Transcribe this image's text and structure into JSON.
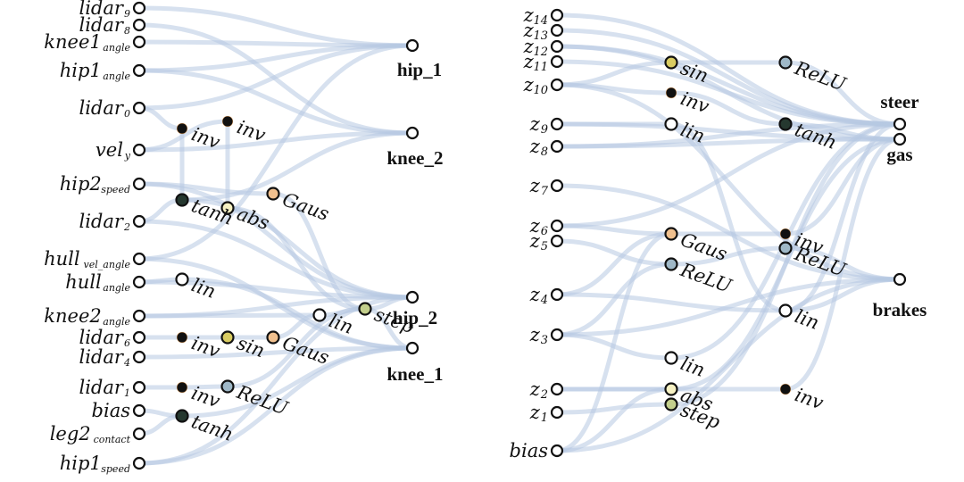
{
  "colors": {
    "edge": "#b7c9e2",
    "inv": "#111111",
    "inv_ring": "#e0a060",
    "tanh": "#25382f",
    "abs": "#f6f1c3",
    "gaus": "#f0c08e",
    "sin": "#d9cc62",
    "relu": "#9fb8c7",
    "step": "#c3cf8c",
    "lin": "#ffffff",
    "io": "#ffffff"
  },
  "left": {
    "inputs": [
      {
        "id": "L_lidar9",
        "label": "lidar",
        "sub": "9"
      },
      {
        "id": "L_lidar8",
        "label": "lidar",
        "sub": "8"
      },
      {
        "id": "L_knee1a",
        "label": "knee1",
        "sub": "angle"
      },
      {
        "id": "L_hip1a",
        "label": "hip1",
        "sub": "angle"
      },
      {
        "id": "L_lidar0",
        "label": "lidar",
        "sub": "0"
      },
      {
        "id": "L_vely",
        "label": "vel",
        "sub": "y"
      },
      {
        "id": "L_hip2s",
        "label": "hip2",
        "sub": "speed"
      },
      {
        "id": "L_lidar2",
        "label": "lidar",
        "sub": "2"
      },
      {
        "id": "L_hullva",
        "label": "hull",
        "sub": "vel_angle"
      },
      {
        "id": "L_hulla",
        "label": "hull",
        "sub": "angle"
      },
      {
        "id": "L_knee2a",
        "label": "knee2",
        "sub": "angle"
      },
      {
        "id": "L_lidar6",
        "label": "lidar",
        "sub": "6"
      },
      {
        "id": "L_lidar4",
        "label": "lidar",
        "sub": "4"
      },
      {
        "id": "L_lidar1",
        "label": "lidar",
        "sub": "1"
      },
      {
        "id": "L_bias",
        "label": "bias",
        "sub": ""
      },
      {
        "id": "L_leg2c",
        "label": "leg2",
        "sub": "contact"
      },
      {
        "id": "L_hip1s",
        "label": "hip1",
        "sub": "speed"
      }
    ],
    "hidden": [
      {
        "id": "L_inv1",
        "label": "inv",
        "type": "inv"
      },
      {
        "id": "L_inv2",
        "label": "inv",
        "type": "inv"
      },
      {
        "id": "L_tanh1",
        "label": "tanh",
        "type": "tanh"
      },
      {
        "id": "L_abs",
        "label": "abs",
        "type": "abs"
      },
      {
        "id": "L_gaus1",
        "label": "Gaus",
        "type": "gaus"
      },
      {
        "id": "L_lin1",
        "label": "lin",
        "type": "lin"
      },
      {
        "id": "L_lin2",
        "label": "lin",
        "type": "lin"
      },
      {
        "id": "L_step",
        "label": "step",
        "type": "step"
      },
      {
        "id": "L_inv3",
        "label": "inv",
        "type": "inv"
      },
      {
        "id": "L_sin",
        "label": "sin",
        "type": "sin"
      },
      {
        "id": "L_gaus2",
        "label": "Gaus",
        "type": "gaus"
      },
      {
        "id": "L_inv4",
        "label": "inv",
        "type": "inv"
      },
      {
        "id": "L_relu",
        "label": "ReLU",
        "type": "relu"
      },
      {
        "id": "L_tanh2",
        "label": "tanh",
        "type": "tanh"
      }
    ],
    "outputs": [
      {
        "id": "L_hip_1",
        "label": "hip_1"
      },
      {
        "id": "L_knee_2",
        "label": "knee_2"
      },
      {
        "id": "L_hip_2",
        "label": "hip_2"
      },
      {
        "id": "L_knee_1",
        "label": "knee_1"
      }
    ]
  },
  "right": {
    "inputs": [
      {
        "id": "R_z14",
        "label": "z",
        "sub": "14"
      },
      {
        "id": "R_z13",
        "label": "z",
        "sub": "13"
      },
      {
        "id": "R_z12",
        "label": "z",
        "sub": "12"
      },
      {
        "id": "R_z11",
        "label": "z",
        "sub": "11"
      },
      {
        "id": "R_z10",
        "label": "z",
        "sub": "10"
      },
      {
        "id": "R_z9",
        "label": "z",
        "sub": "9"
      },
      {
        "id": "R_z8",
        "label": "z",
        "sub": "8"
      },
      {
        "id": "R_z7",
        "label": "z",
        "sub": "7"
      },
      {
        "id": "R_z6",
        "label": "z",
        "sub": "6"
      },
      {
        "id": "R_z5",
        "label": "z",
        "sub": "5"
      },
      {
        "id": "R_z4",
        "label": "z",
        "sub": "4"
      },
      {
        "id": "R_z3",
        "label": "z",
        "sub": "3"
      },
      {
        "id": "R_z2",
        "label": "z",
        "sub": "2"
      },
      {
        "id": "R_z1",
        "label": "z",
        "sub": "1"
      },
      {
        "id": "R_bias",
        "label": "bias",
        "sub": ""
      }
    ],
    "hidden": [
      {
        "id": "R_sin",
        "label": "sin",
        "type": "sin"
      },
      {
        "id": "R_inv1",
        "label": "inv",
        "type": "inv"
      },
      {
        "id": "R_lin1",
        "label": "lin",
        "type": "lin"
      },
      {
        "id": "R_gaus",
        "label": "Gaus",
        "type": "gaus"
      },
      {
        "id": "R_relu1",
        "label": "ReLU",
        "type": "relu"
      },
      {
        "id": "R_lin2",
        "label": "lin",
        "type": "lin"
      },
      {
        "id": "R_abs",
        "label": "abs",
        "type": "abs"
      },
      {
        "id": "R_step",
        "label": "step",
        "type": "step"
      },
      {
        "id": "R_relu2",
        "label": "ReLU",
        "type": "relu"
      },
      {
        "id": "R_tanh",
        "label": "tanh",
        "type": "tanh"
      },
      {
        "id": "R_inv2",
        "label": "inv",
        "type": "inv"
      },
      {
        "id": "R_relu3",
        "label": "ReLU",
        "type": "relu"
      },
      {
        "id": "R_lin3",
        "label": "lin",
        "type": "lin"
      },
      {
        "id": "R_inv3",
        "label": "inv",
        "type": "inv"
      }
    ],
    "outputs": [
      {
        "id": "R_steer",
        "label": "steer"
      },
      {
        "id": "R_gas",
        "label": "gas"
      },
      {
        "id": "R_brakes",
        "label": "brakes"
      }
    ]
  },
  "edges": [
    [
      "L_lidar9",
      "L_hip_1"
    ],
    [
      "L_lidar8",
      "L_knee_2"
    ],
    [
      "L_knee1a",
      "L_hip_1"
    ],
    [
      "L_hip1a",
      "L_hip_1"
    ],
    [
      "L_hip1a",
      "L_knee_2"
    ],
    [
      "L_lidar0",
      "L_hip_1"
    ],
    [
      "L_lidar0",
      "L_inv1"
    ],
    [
      "L_vely",
      "L_knee_2"
    ],
    [
      "L_vely",
      "L_inv2"
    ],
    [
      "L_inv1",
      "L_tanh1"
    ],
    [
      "L_hip2s",
      "L_hip_2"
    ],
    [
      "L_hip2s",
      "L_gaus1"
    ],
    [
      "L_inv2",
      "L_abs"
    ],
    [
      "L_lidar2",
      "L_hip_2"
    ],
    [
      "L_lidar2",
      "L_tanh1"
    ],
    [
      "L_hullva",
      "L_knee_1"
    ],
    [
      "L_hullva",
      "L_hip_1"
    ],
    [
      "L_hulla",
      "L_lin1"
    ],
    [
      "L_hulla",
      "L_hip_2"
    ],
    [
      "L_abs",
      "L_step"
    ],
    [
      "L_gaus1",
      "L_step"
    ],
    [
      "L_tanh1",
      "L_knee_2"
    ],
    [
      "L_lin1",
      "L_knee_1"
    ],
    [
      "L_knee2a",
      "L_lin2"
    ],
    [
      "L_knee2a",
      "L_hip_2"
    ],
    [
      "L_lidar6",
      "L_inv3"
    ],
    [
      "L_inv3",
      "L_sin"
    ],
    [
      "L_sin",
      "L_gaus2"
    ],
    [
      "L_gaus2",
      "L_lin2"
    ],
    [
      "L_lin2",
      "L_step"
    ],
    [
      "L_step",
      "L_hip_2"
    ],
    [
      "L_step",
      "L_knee_1"
    ],
    [
      "L_lidar4",
      "L_knee_1"
    ],
    [
      "L_lidar1",
      "L_inv4"
    ],
    [
      "L_inv4",
      "L_relu"
    ],
    [
      "L_relu",
      "L_step"
    ],
    [
      "L_bias",
      "L_tanh2"
    ],
    [
      "L_leg2c",
      "L_tanh2"
    ],
    [
      "L_tanh2",
      "L_knee_1"
    ],
    [
      "L_hip1s",
      "L_knee_1"
    ],
    [
      "L_hip1s",
      "L_hip_2"
    ],
    [
      "L_tanh1",
      "L_hip_2"
    ],
    [
      "R_z14",
      "R_steer"
    ],
    [
      "R_z13",
      "R_steer"
    ],
    [
      "R_z12",
      "R_gas"
    ],
    [
      "R_z11",
      "R_steer"
    ],
    [
      "R_z10",
      "R_sin"
    ],
    [
      "R_z10",
      "R_inv1"
    ],
    [
      "R_z10",
      "R_brakes"
    ],
    [
      "R_sin",
      "R_relu1"
    ],
    [
      "R_inv1",
      "R_tanh"
    ],
    [
      "R_relu1",
      "R_steer"
    ],
    [
      "R_z9",
      "R_lin1"
    ],
    [
      "R_z9",
      "R_gas"
    ],
    [
      "R_lin1",
      "R_lin3"
    ],
    [
      "R_z8",
      "R_steer"
    ],
    [
      "R_z8",
      "R_gas"
    ],
    [
      "R_tanh",
      "R_gas"
    ],
    [
      "R_z7",
      "R_brakes"
    ],
    [
      "R_z6",
      "R_gaus"
    ],
    [
      "R_z6",
      "R_steer"
    ],
    [
      "R_z5",
      "R_relu2"
    ],
    [
      "R_gaus",
      "R_inv2"
    ],
    [
      "R_relu2",
      "R_relu3"
    ],
    [
      "R_inv2",
      "R_gas"
    ],
    [
      "R_relu3",
      "R_brakes"
    ],
    [
      "R_z4",
      "R_lin3"
    ],
    [
      "R_z4",
      "R_gaus"
    ],
    [
      "R_z3",
      "R_lin2"
    ],
    [
      "R_z3",
      "R_brakes"
    ],
    [
      "R_z3",
      "R_relu2"
    ],
    [
      "R_lin3",
      "R_steer"
    ],
    [
      "R_lin3",
      "R_brakes"
    ],
    [
      "R_lin2",
      "R_steer"
    ],
    [
      "R_z2",
      "R_abs"
    ],
    [
      "R_z2",
      "R_inv3"
    ],
    [
      "R_z1",
      "R_step"
    ],
    [
      "R_abs",
      "R_gas"
    ],
    [
      "R_step",
      "R_steer"
    ],
    [
      "R_inv3",
      "R_gas"
    ],
    [
      "R_bias",
      "R_abs"
    ],
    [
      "R_bias",
      "R_brakes"
    ],
    [
      "R_bias",
      "R_gaus"
    ],
    [
      "R_z12",
      "R_steer"
    ]
  ]
}
